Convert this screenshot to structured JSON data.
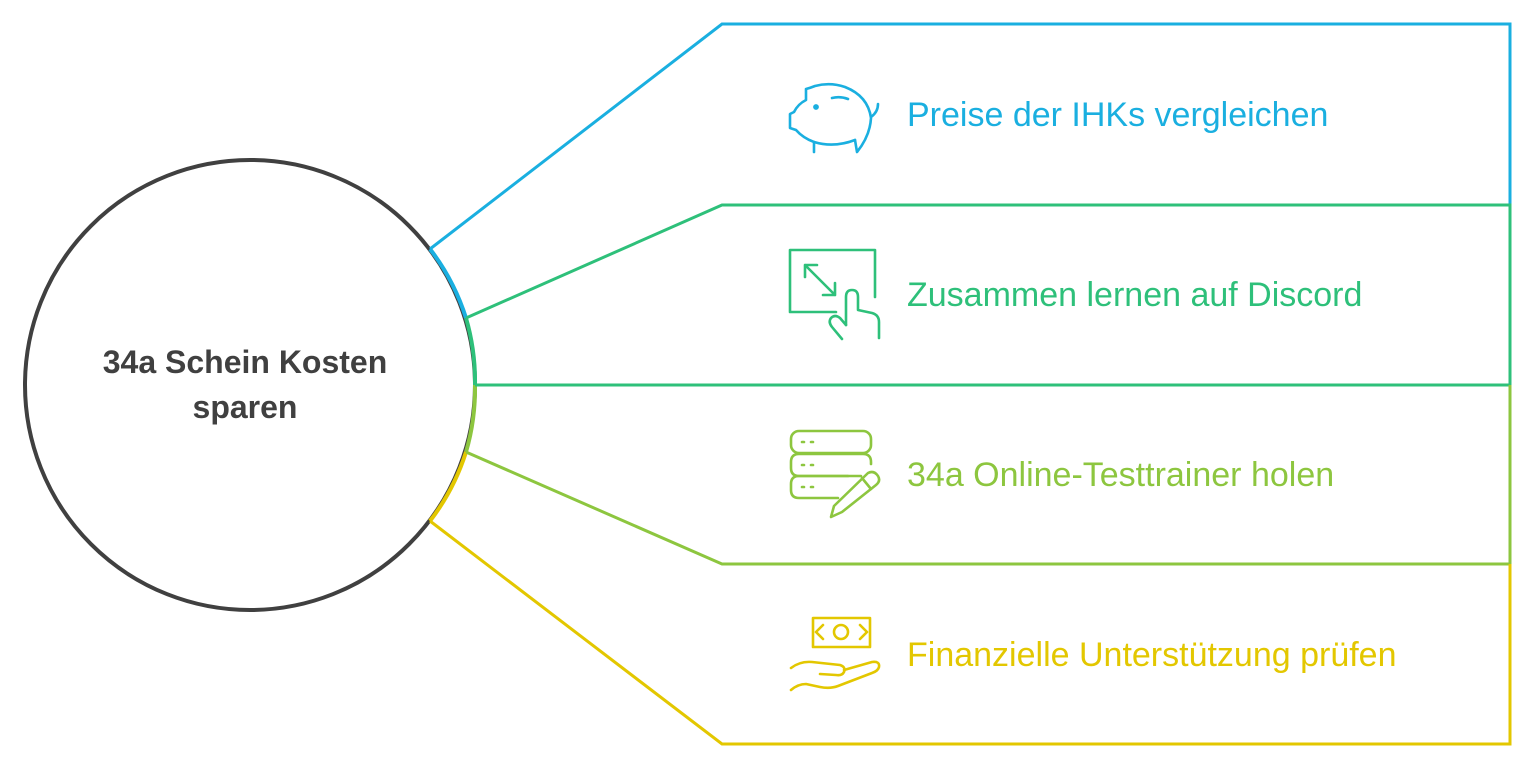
{
  "center": {
    "line1": "34a Schein Kosten",
    "line2": "sparen"
  },
  "items": [
    {
      "label": "Preise der IHKs vergleichen",
      "icon": "piggy-bank-icon",
      "color": "#1AAFE0"
    },
    {
      "label": "Zusammen lernen auf Discord",
      "icon": "touch-screen-expand-icon",
      "color": "#2EC07A"
    },
    {
      "label": "34a Online-Testtrainer holen",
      "icon": "server-edit-icon",
      "color": "#8DC63F"
    },
    {
      "label": "Finanzielle Unterstützung prüfen",
      "icon": "hand-money-icon",
      "color": "#E3C700"
    }
  ],
  "colors": {
    "circle": "#404040"
  }
}
